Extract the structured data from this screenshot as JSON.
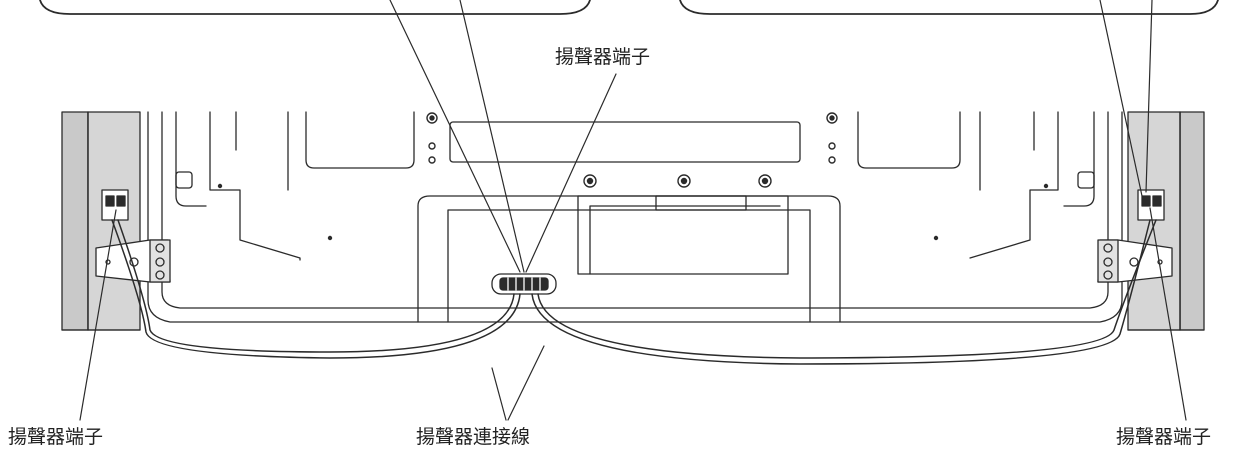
{
  "labels": {
    "top_center": "揚聲器端子",
    "bottom_left": "揚聲器端子",
    "bottom_center": "揚聲器連接線",
    "bottom_right": "揚聲器端子"
  },
  "colors": {
    "line": "#2b2b2b",
    "speaker_panel": "#c9c9c9",
    "background": "#ffffff"
  }
}
